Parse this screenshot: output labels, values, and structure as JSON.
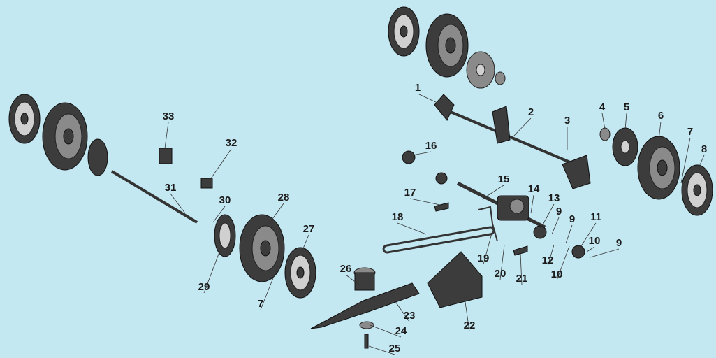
{
  "diagram": {
    "title": "Lawn mower exploded parts diagram",
    "background": "#c4e8f2",
    "labels": [
      "1",
      "2",
      "3",
      "4",
      "5",
      "6",
      "7",
      "8",
      "9",
      "9",
      "9",
      "10",
      "10",
      "11",
      "12",
      "13",
      "14",
      "15",
      "16",
      "17",
      "18",
      "19",
      "20",
      "21",
      "22",
      "23",
      "24",
      "25",
      "26",
      "27",
      "28",
      "29",
      "30",
      "31",
      "32",
      "33",
      "7"
    ]
  }
}
